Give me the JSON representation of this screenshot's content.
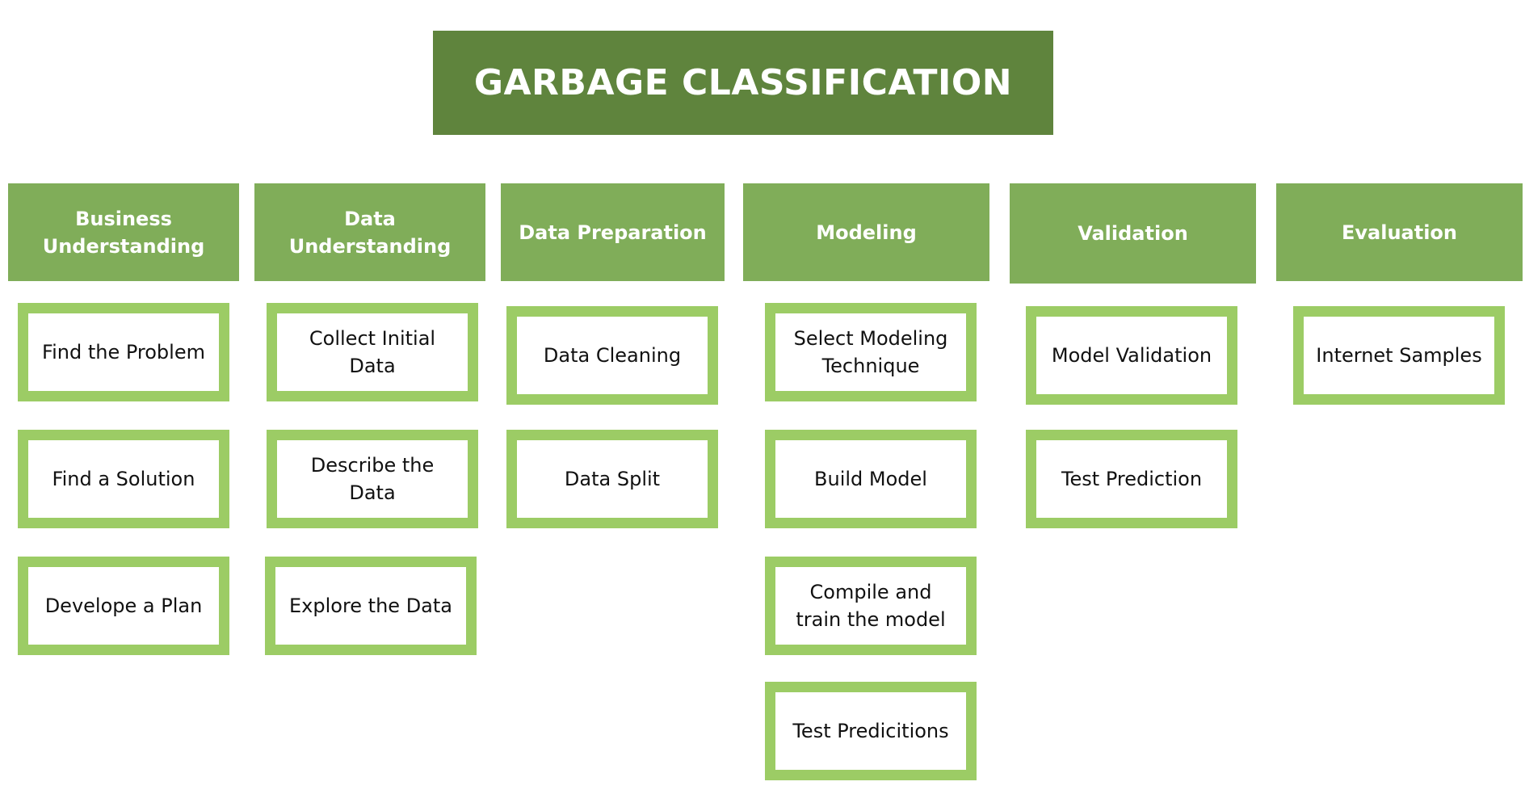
{
  "title": "GARBAGE CLASSIFICATION",
  "phases": [
    {
      "label": "Business\nUnderstanding",
      "tasks": [
        "Find the Problem",
        "Find a Solution",
        "Develope a Plan"
      ]
    },
    {
      "label": "Data\nUnderstanding",
      "tasks": [
        "Collect Initial\nData",
        "Describe the\nData",
        "Explore the Data"
      ]
    },
    {
      "label": "Data Preparation",
      "tasks": [
        "Data Cleaning",
        "Data Split"
      ]
    },
    {
      "label": "Modeling",
      "tasks": [
        "Select Modeling\nTechnique",
        "Build Model",
        "Compile and\ntrain the model",
        "Test Predicitions"
      ]
    },
    {
      "label": "Validation",
      "tasks": [
        "Model Validation",
        "Test Prediction"
      ]
    },
    {
      "label": "Evaluation",
      "tasks": [
        "Internet Samples"
      ]
    }
  ],
  "colors": {
    "title_bg": "#5f843d",
    "phase_bg": "#80ad59",
    "task_border": "#9ccc65",
    "task_bg": "#ffffff"
  }
}
